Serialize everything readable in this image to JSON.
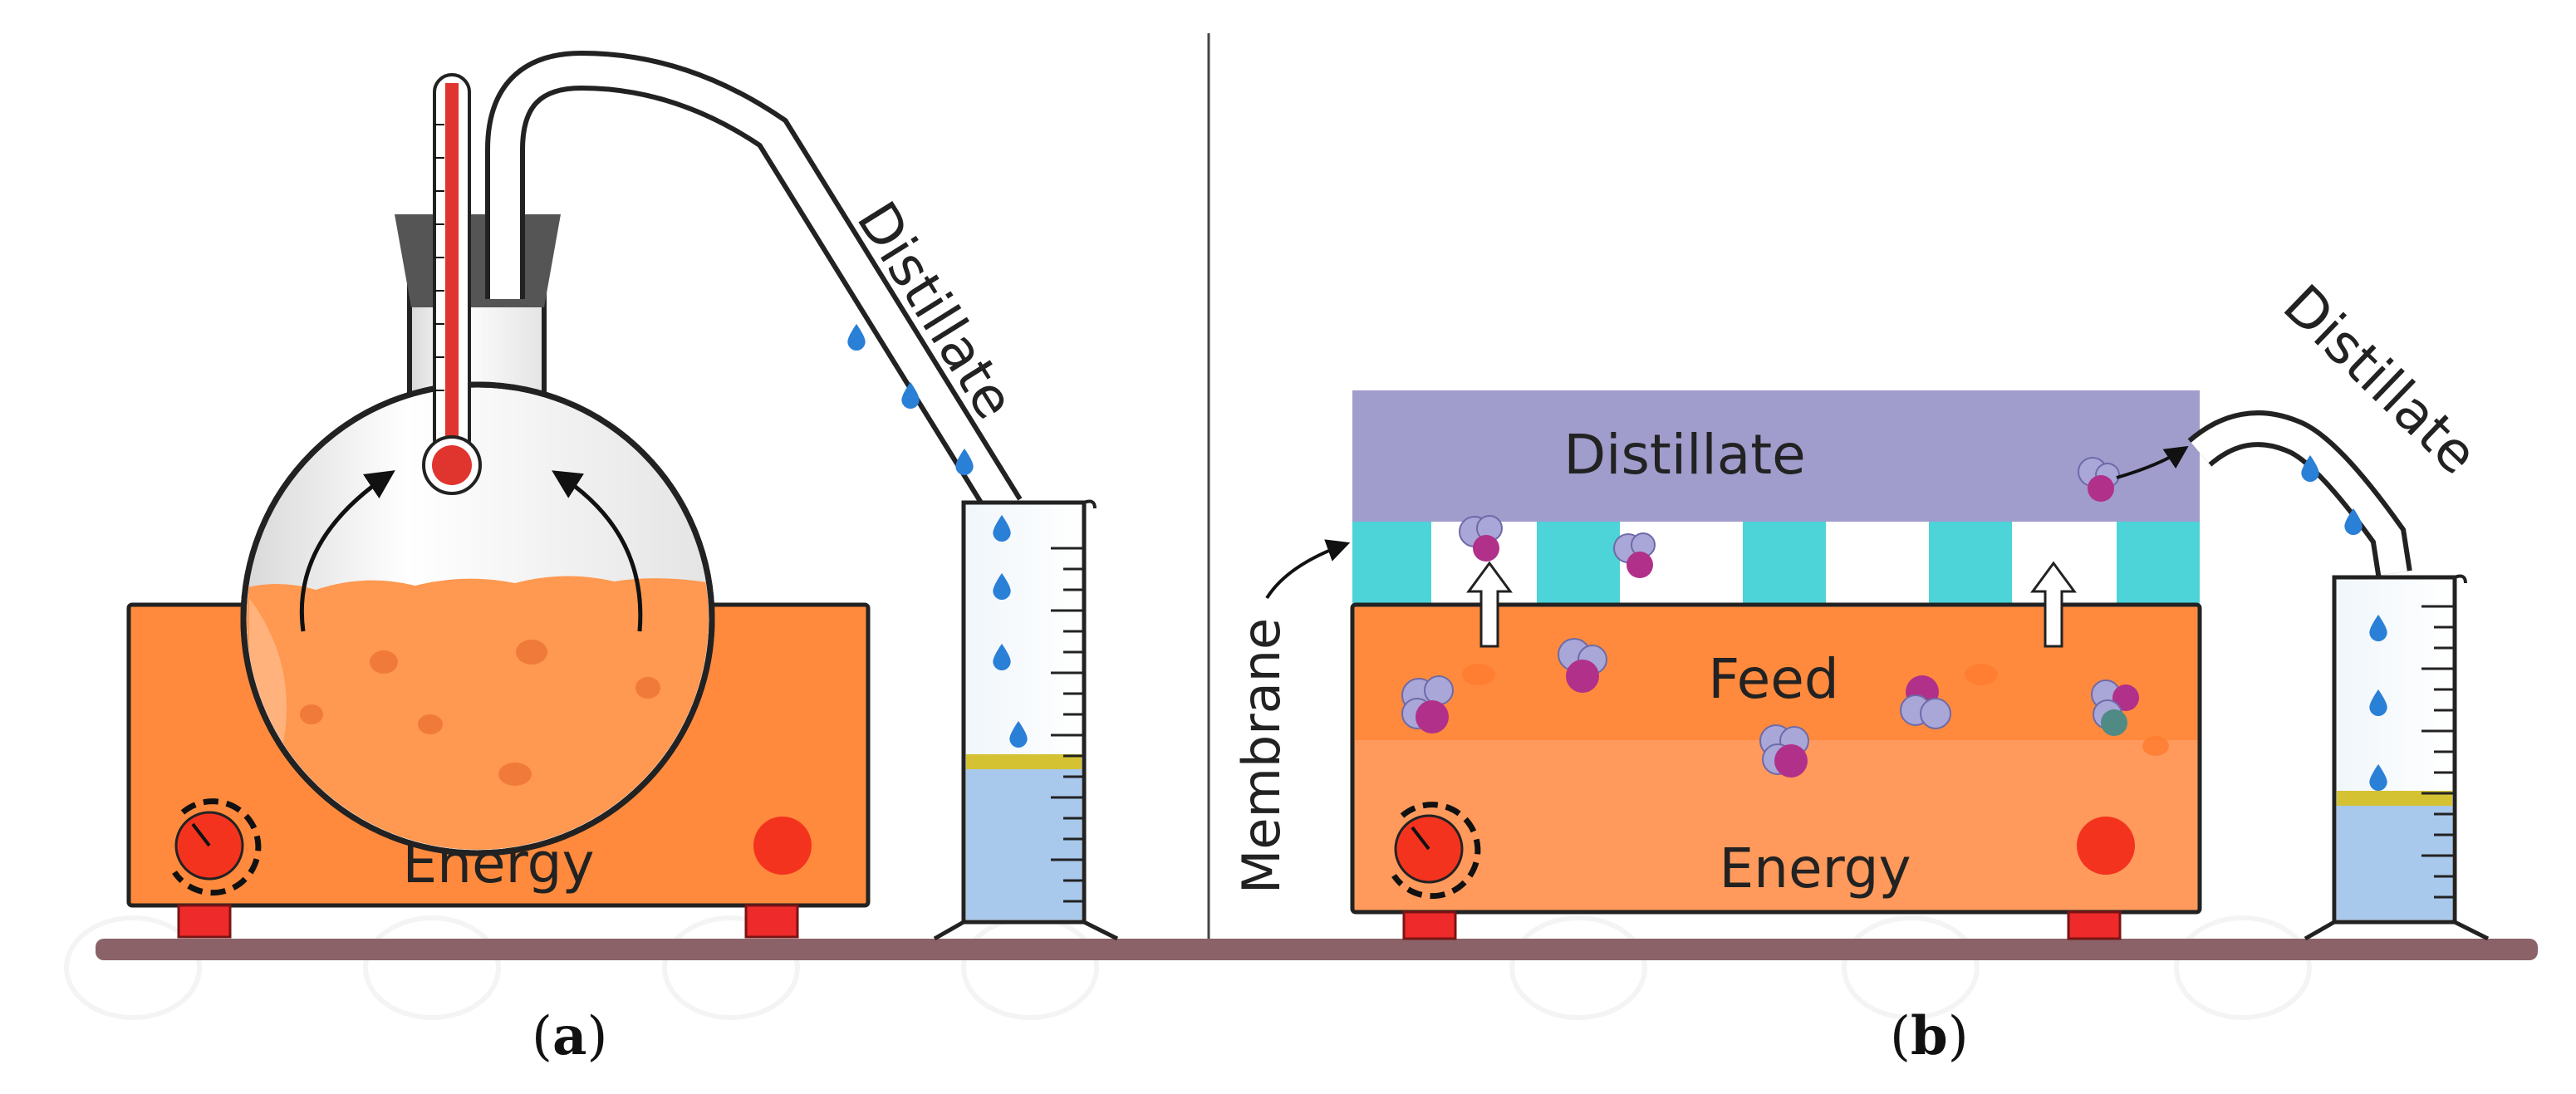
{
  "panels": {
    "a": {
      "caption_letter": "a",
      "heater_label": "Energy",
      "tube_label": "Distillate"
    },
    "b": {
      "caption_letter": "b",
      "distillate_chamber_label": "Distillate",
      "feed_label": "Feed",
      "heater_label": "Energy",
      "membrane_label": "Membrane",
      "tube_label": "Distillate"
    }
  },
  "colors": {
    "heater_orange": "#ff8a3d",
    "heater_orange_light": "#ff9a5c",
    "liquid_orange": "#ff9850",
    "feet_red": "#ee2a2a",
    "knob_red": "#f4331f",
    "bench": "#8a6268",
    "distillate_purple": "#a09ccc",
    "membrane_cyan": "#4dd4d8",
    "water_blue": "#a8c8ec",
    "drop_blue": "#2a7fd6",
    "thermometer_red": "#e0342e",
    "stopper_gray": "#555555",
    "yellow_band": "#d4c232",
    "molecule_lavender": "#a9a6d8",
    "molecule_magenta": "#b0308a",
    "molecule_teal": "#4f8a84"
  },
  "icons": [
    "thermometer-icon",
    "knob-icon",
    "water-drop-icon",
    "molecule-icon",
    "arrow-up-icon"
  ]
}
